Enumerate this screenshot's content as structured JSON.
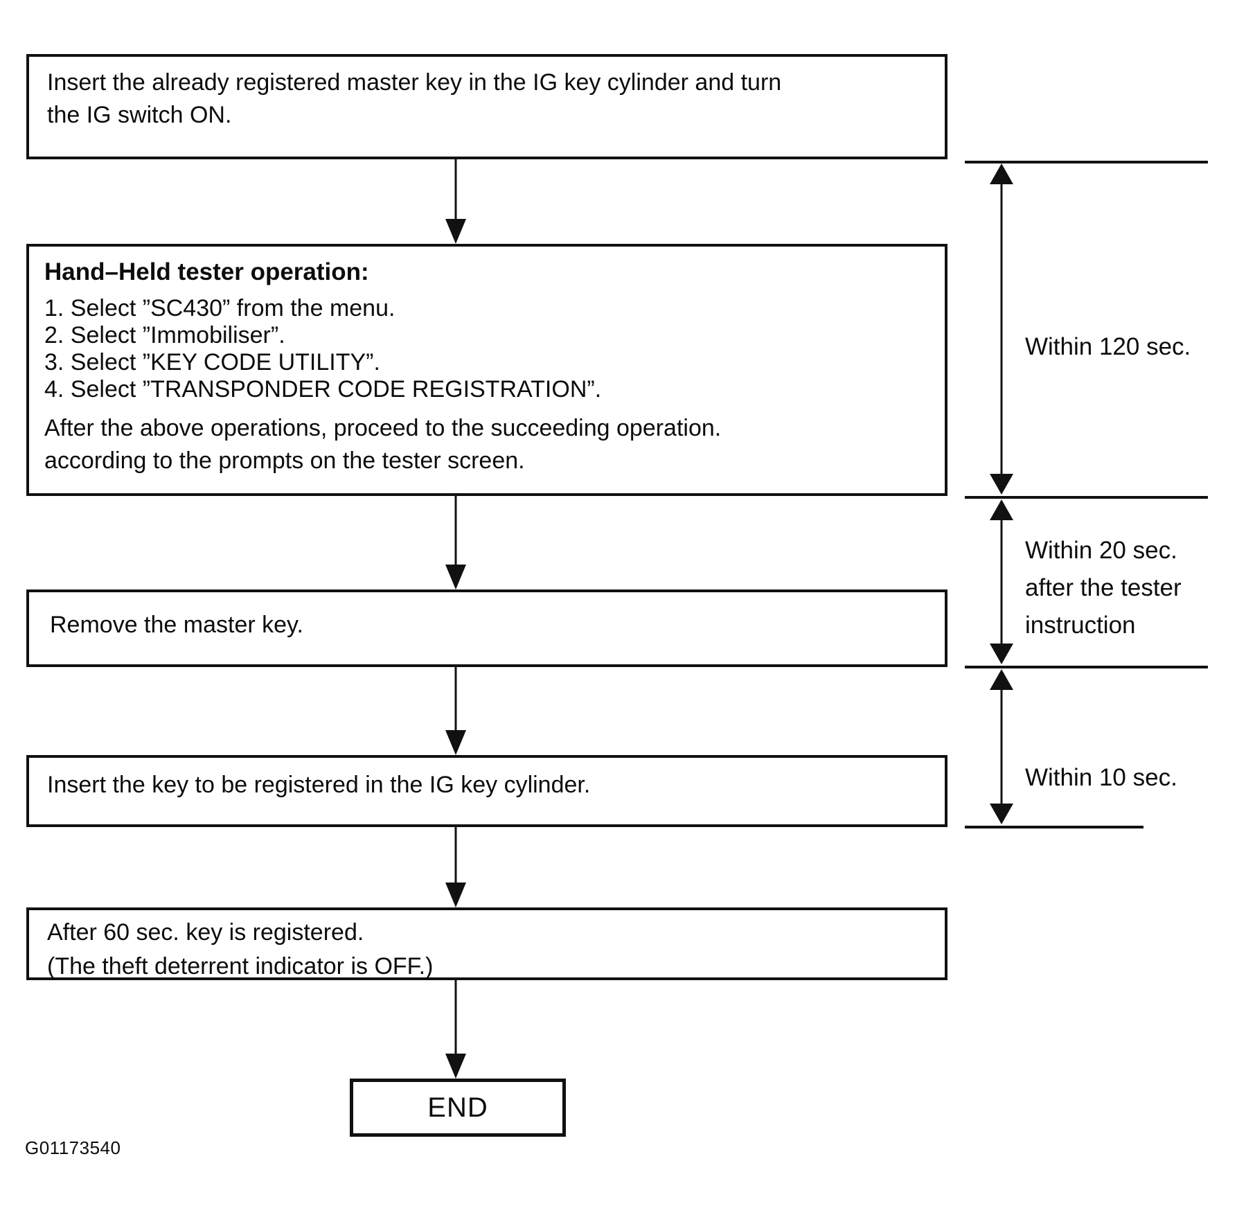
{
  "document": {
    "figure_code": "G01173540"
  },
  "flowchart": {
    "steps": {
      "step1": {
        "line1": "Insert the already registered master key in the IG key cylinder and turn",
        "line2": "the IG switch ON."
      },
      "step2": {
        "title": "Hand–Held tester operation:",
        "item1": "1. Select ”SC430” from the menu.",
        "item2": "2. Select ”Immobiliser”.",
        "item3": "3. Select ”KEY CODE UTILITY”.",
        "item4": "4. Select ”TRANSPONDER CODE REGISTRATION”.",
        "note_line1": "After the above operations, proceed to the succeeding operation.",
        "note_line2": "according to the prompts on the tester screen."
      },
      "step3": {
        "text": "Remove the master key."
      },
      "step4": {
        "text": "Insert the key to be registered in the IG key cylinder."
      },
      "step5": {
        "line1": "After 60 sec. key is registered.",
        "line2": "(The theft deterrent indicator is OFF.)"
      },
      "end": {
        "label": "END"
      }
    },
    "timing": {
      "within120": {
        "line1": "Within 120 sec."
      },
      "within20": {
        "line1": "Within 20 sec.",
        "line2": "after the tester",
        "line3": "instruction"
      },
      "within10": {
        "line1": "Within 10 sec."
      }
    }
  }
}
